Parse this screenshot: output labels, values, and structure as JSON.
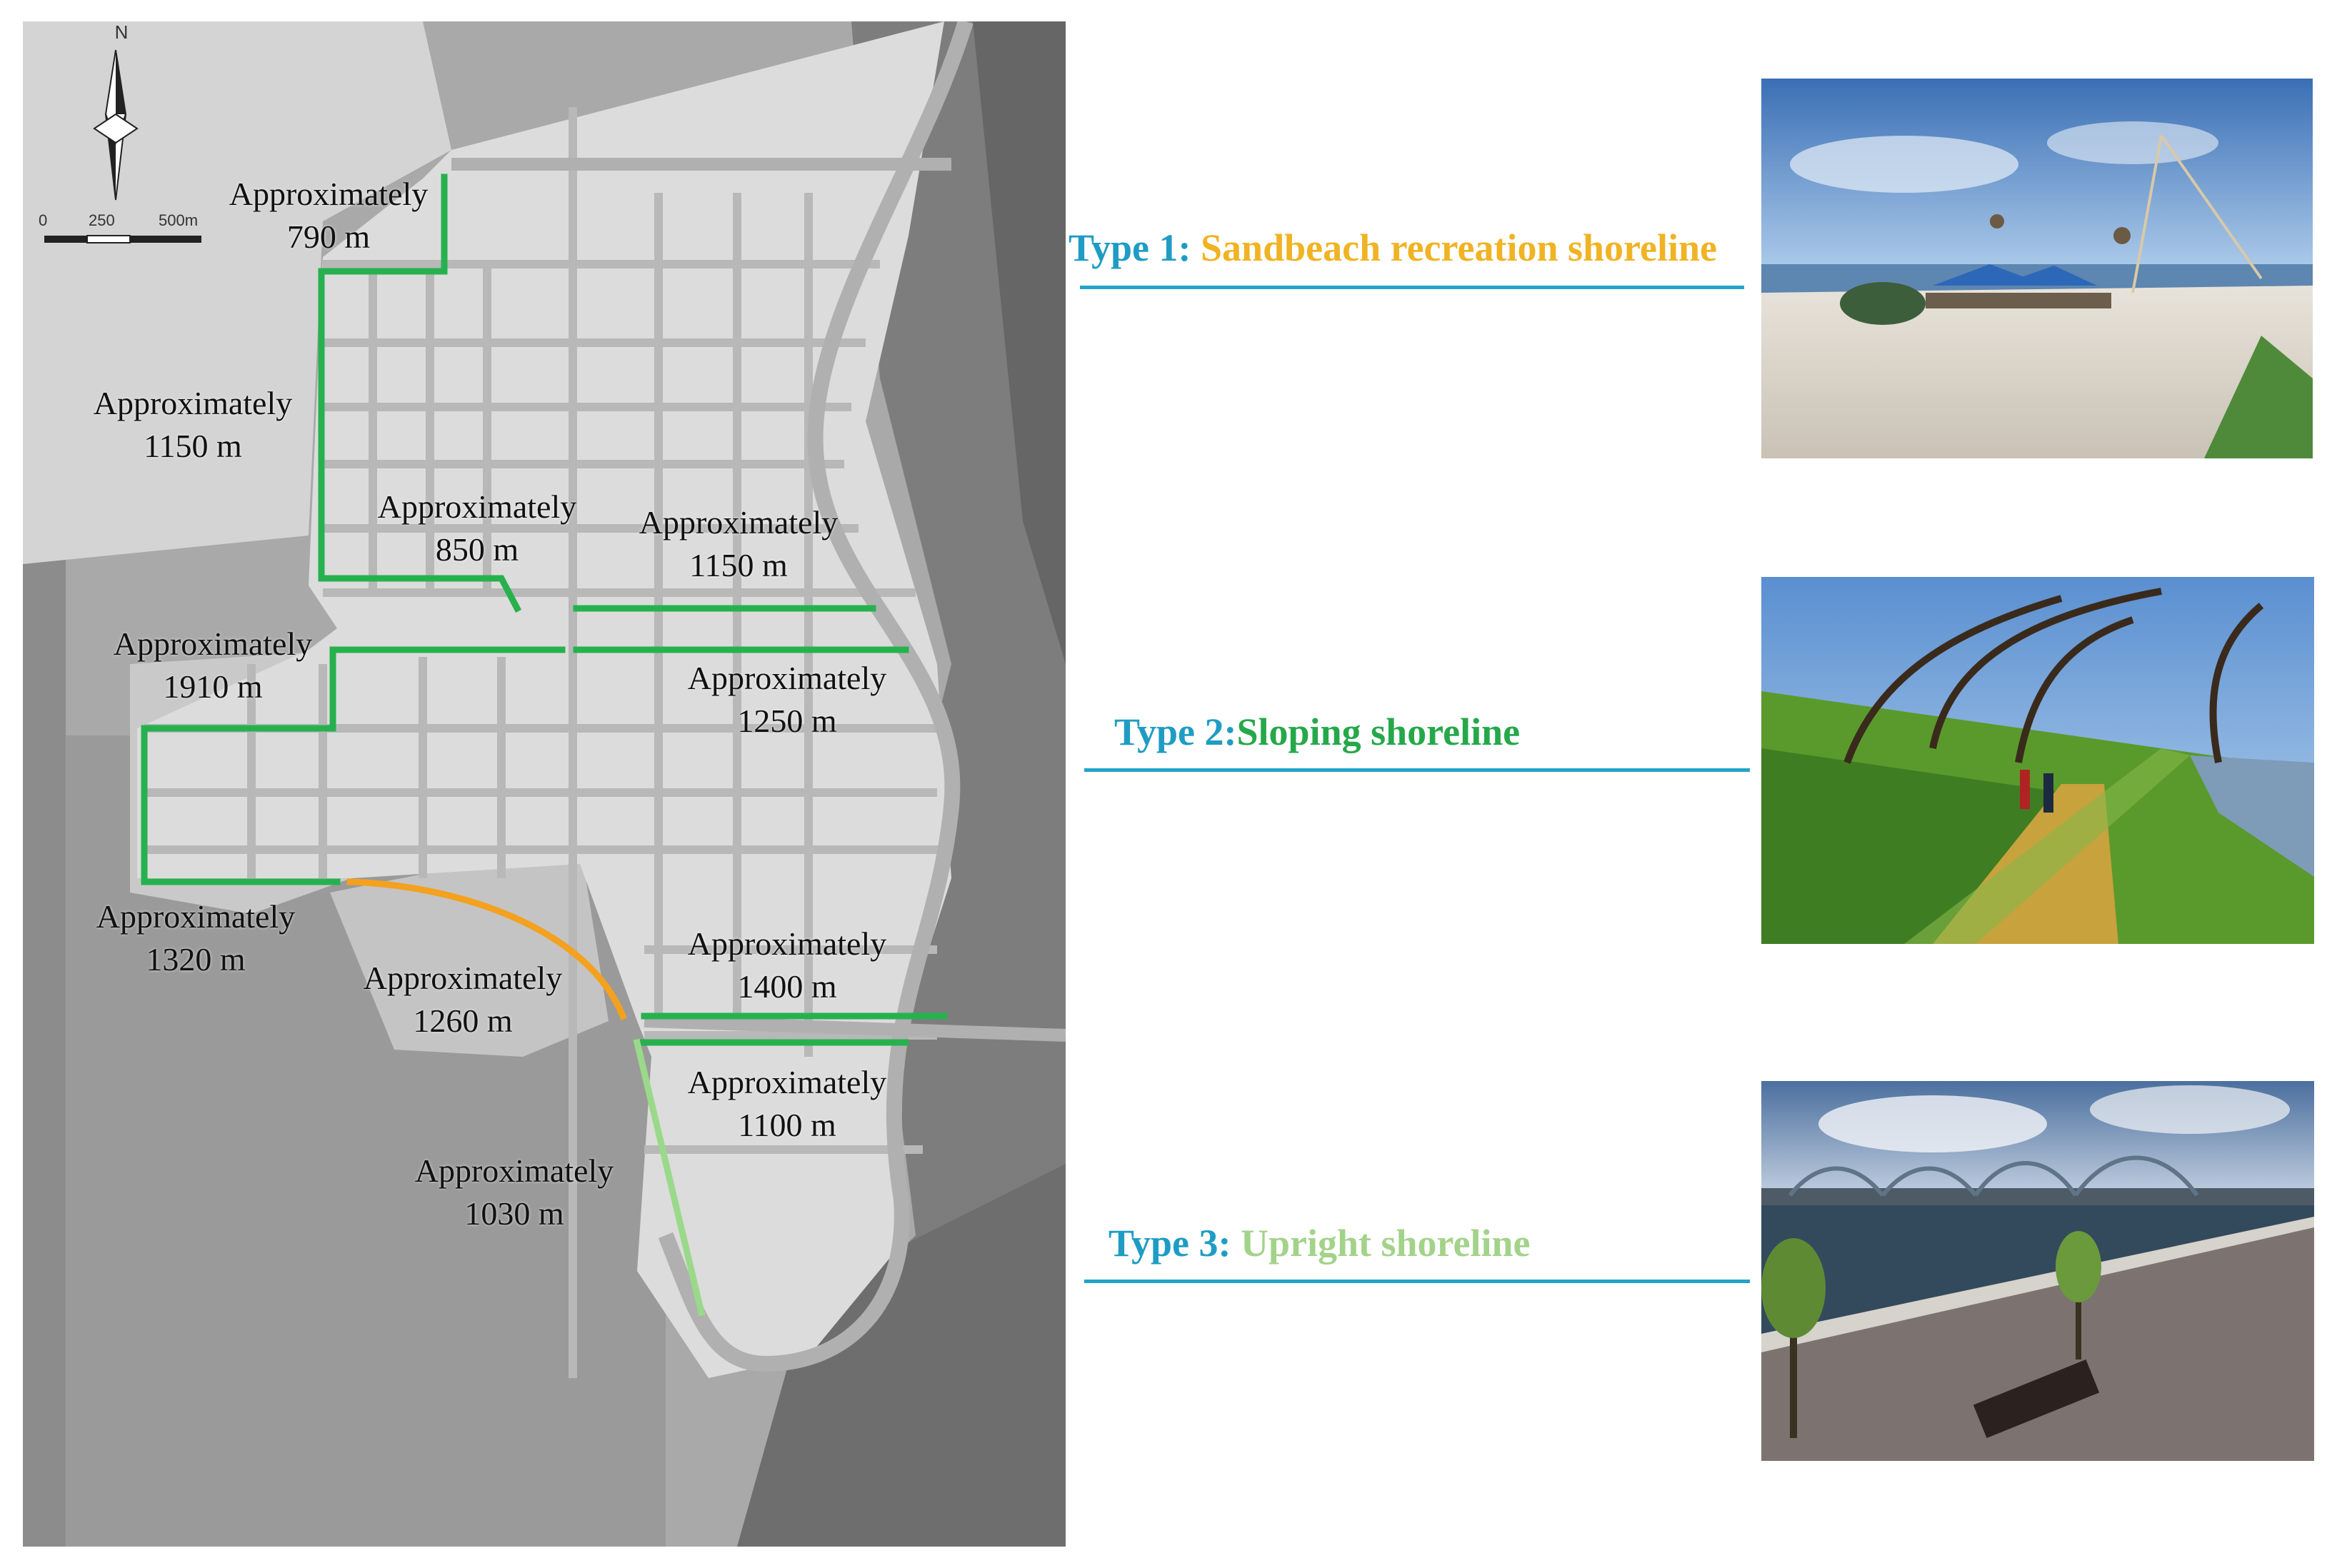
{
  "map": {
    "north_label": "N",
    "scale_labels": [
      "0",
      "250",
      "500m"
    ],
    "labels": [
      {
        "id": "seg-790",
        "line1": "Approximately",
        "line2": "790 m"
      },
      {
        "id": "seg-1150-west",
        "line1": "Approximately",
        "line2": "1150 m"
      },
      {
        "id": "seg-850",
        "line1": "Approximately",
        "line2": "850 m"
      },
      {
        "id": "seg-1150-center",
        "line1": "Approximately",
        "line2": "1150 m"
      },
      {
        "id": "seg-1910",
        "line1": "Approximately",
        "line2": "1910 m"
      },
      {
        "id": "seg-1250",
        "line1": "Approximately",
        "line2": "1250 m"
      },
      {
        "id": "seg-1320",
        "line1": "Approximately",
        "line2": "1320 m"
      },
      {
        "id": "seg-1400",
        "line1": "Approximately",
        "line2": "1400 m"
      },
      {
        "id": "seg-1260",
        "line1": "Approximately",
        "line2": "1260 m"
      },
      {
        "id": "seg-1100",
        "line1": "Approximately",
        "line2": "1100 m"
      },
      {
        "id": "seg-1030",
        "line1": "Approximately",
        "line2": "1030 m"
      }
    ]
  },
  "legend": {
    "type1": {
      "prefix": "Type 1: ",
      "name": "Sandbeach recreation shoreline",
      "name_color": "#f0b323"
    },
    "type2": {
      "prefix": "Type 2:",
      "name": "Sloping shoreline",
      "name_color": "#26a84a"
    },
    "type3": {
      "prefix": "Type 3: ",
      "name": "Upright shoreline",
      "name_color": "#a3d38a"
    },
    "prefix_color": "#1f9cc4",
    "rule_color": "#23a3c9"
  },
  "colors": {
    "sloping": "#27b14e",
    "sandbeach": "#f3a11f",
    "upright": "#9bd98a"
  }
}
